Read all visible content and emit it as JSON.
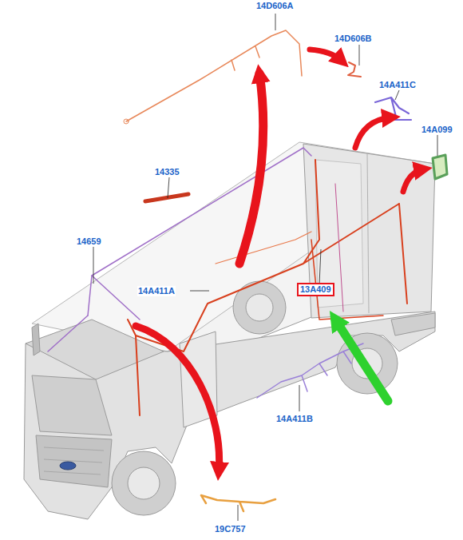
{
  "diagram": {
    "nodes": [
      {
        "text": [
          "13A409"
        ]
      }
    ],
    "labels": [
      "14D606A",
      "14D606B",
      "14A411C",
      "14A099",
      "14335",
      "14659",
      "14A411A",
      "14A411B",
      "19C757"
    ]
  }
}
